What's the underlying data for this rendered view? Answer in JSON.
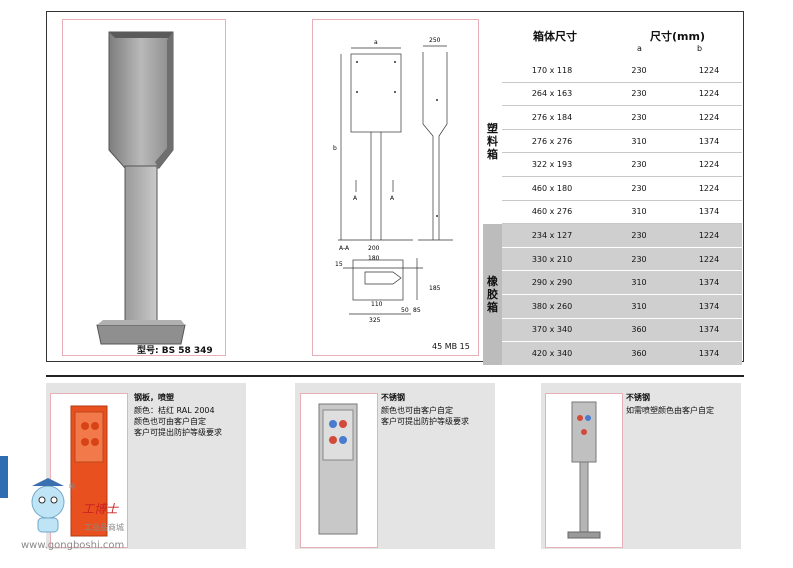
{
  "main": {
    "model_caption": "型号: BS 58 349",
    "drawing_caption": "45 MB 15",
    "drawing_labels": {
      "a": "a",
      "w250": "250",
      "b": "b",
      "A1": "A",
      "A2": "A",
      "AA": "A-A",
      "d200": "200",
      "d180": "180",
      "d15": "15",
      "d185": "185",
      "d110": "110",
      "d50": "50",
      "d85": "85",
      "d325": "325"
    },
    "table": {
      "header_size": "箱体尺寸",
      "header_dim": "尺寸(mm)",
      "col_a": "a",
      "col_b": "b",
      "group_plastic": "塑\n料\n箱",
      "group_rubber": "橡\n胶\n箱",
      "plastic_rows": [
        {
          "size": "170 x 118",
          "a": "230",
          "b": "1224"
        },
        {
          "size": "264 x 163",
          "a": "230",
          "b": "1224"
        },
        {
          "size": "276 x 184",
          "a": "230",
          "b": "1224"
        },
        {
          "size": "276 x 276",
          "a": "310",
          "b": "1374"
        },
        {
          "size": "322 x 193",
          "a": "230",
          "b": "1224"
        },
        {
          "size": "460 x 180",
          "a": "230",
          "b": "1224"
        },
        {
          "size": "460 x 276",
          "a": "310",
          "b": "1374"
        }
      ],
      "rubber_rows": [
        {
          "size": "234 x 127",
          "a": "230",
          "b": "1224"
        },
        {
          "size": "330 x 210",
          "a": "230",
          "b": "1224"
        },
        {
          "size": "290 x 290",
          "a": "310",
          "b": "1374"
        },
        {
          "size": "380 x 260",
          "a": "310",
          "b": "1374"
        },
        {
          "size": "370 x 340",
          "a": "360",
          "b": "1374"
        },
        {
          "size": "420 x 340",
          "a": "360",
          "b": "1374"
        }
      ]
    }
  },
  "variants": [
    {
      "title": "钢板，喷塑",
      "lines": [
        "颜色：桔红 RAL 2004",
        "颜色也可由客户自定",
        "客户可提出防护等级要求"
      ]
    },
    {
      "title": "不锈钢",
      "lines": [
        "颜色也可由客户自定",
        "客户可提出防护等级要求"
      ]
    },
    {
      "title": "不锈钢",
      "lines": [
        "如需喷塑颜色由客户自定"
      ]
    }
  ],
  "watermark": {
    "brand": "工博士",
    "sub": "工业品商城",
    "url": "www.gongboshi.com",
    "registered": "®"
  },
  "colors": {
    "frame_border": "#e7b0b8",
    "rubber_shade": "#cfcfcf",
    "orange_cabinet": "#e8501f",
    "accent_blue": "#2f6db3"
  }
}
